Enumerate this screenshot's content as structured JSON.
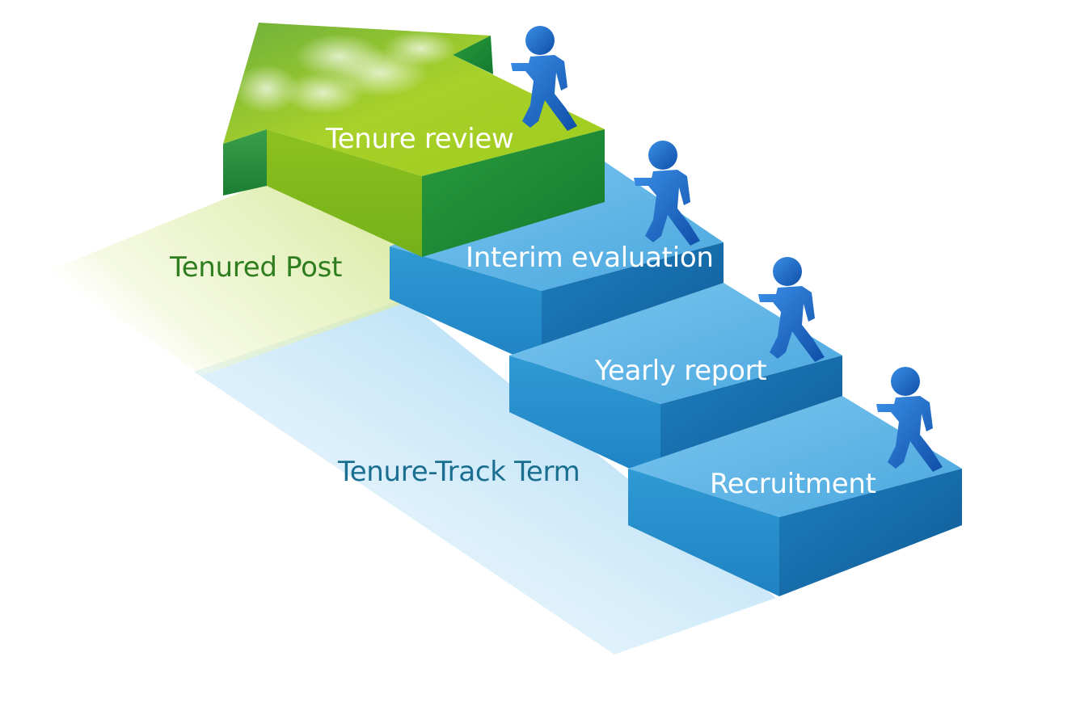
{
  "steps": [
    {
      "label": "Recruitment"
    },
    {
      "label": "Yearly report"
    },
    {
      "label": "Interim evaluation"
    },
    {
      "label": "Tenure review"
    }
  ],
  "zones": {
    "tenured": "Tenured Post",
    "tenure_track": "Tenure-Track Term"
  },
  "colors": {
    "step_top": "#5bb4e6",
    "step_front": "#2a94cf",
    "step_side": "#1668a6",
    "arrow_top": "#9fcd1e",
    "arrow_front": "#7cb61a",
    "arrow_side": "#1f8a36",
    "person": "#1565c0",
    "tenured_zone_text": "#2e7d1e",
    "tenure_track_zone_text": "#1a6f91",
    "step_text": "#ffffff"
  },
  "icons": [
    "walking-person-icon",
    "arrow-up-icon",
    "cloud-icon"
  ]
}
